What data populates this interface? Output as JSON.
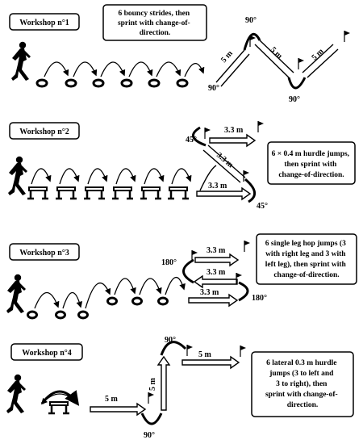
{
  "workshops": [
    {
      "label": "Workshop n°1",
      "description_lines": [
        "6 bouncy strides, then",
        "sprint with change-of-",
        "direction."
      ],
      "distances": [
        "5 m",
        "5 m",
        "5 m"
      ],
      "angles": [
        "90°",
        "90°",
        "90°"
      ]
    },
    {
      "label": "Workshop n°2",
      "description_lines": [
        "6 × 0.4 m hurdle jumps,",
        "then sprint with",
        "change-of-direction."
      ],
      "distances": [
        "3.3 m",
        "3.3 m",
        "3.3 m"
      ],
      "angles": [
        "45°",
        "45°"
      ]
    },
    {
      "label": "Workshop n°3",
      "description_lines": [
        "6 single leg hop jumps (3",
        "with right leg and 3 with",
        "left leg), then sprint with",
        "change-of-direction."
      ],
      "distances": [
        "3.3 m",
        "3.3 m",
        "3.3 m"
      ],
      "angles": [
        "180°",
        "180°"
      ]
    },
    {
      "label": "Workshop n°4",
      "description_lines": [
        "6 lateral 0.3 m hurdle",
        "jumps (3 to left and",
        "3 to right), then",
        "sprint with change-of-",
        "direction."
      ],
      "distances": [
        "5 m",
        "5 m",
        "5 m"
      ],
      "angles": [
        "90°",
        "90°"
      ]
    }
  ]
}
